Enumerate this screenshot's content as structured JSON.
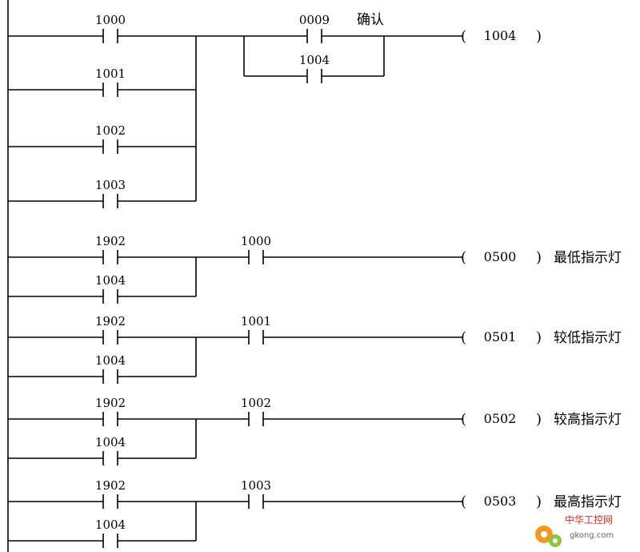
{
  "rung1": {
    "contacts": [
      "1000",
      "1001",
      "1002",
      "1003"
    ],
    "confirm_contact": "0009",
    "confirm_label": "确认",
    "seal_contact": "1004",
    "coil": "1004"
  },
  "lamp_rungs": [
    {
      "contact_a": "1902",
      "contact_b": "1004",
      "select_contact": "1000",
      "coil": "0500",
      "label": "最低指示灯"
    },
    {
      "contact_a": "1902",
      "contact_b": "1004",
      "select_contact": "1001",
      "coil": "0501",
      "label": "较低指示灯"
    },
    {
      "contact_a": "1902",
      "contact_b": "1004",
      "select_contact": "1002",
      "coil": "0502",
      "label": "较高指示灯"
    },
    {
      "contact_a": "1902",
      "contact_b": "1004",
      "select_contact": "1003",
      "coil": "0503",
      "label": "最高指示灯"
    }
  ],
  "coil_parens": {
    "open": "(",
    "close": ")"
  },
  "watermark": {
    "text": "中华工控网",
    "url": "gkong.com",
    "colors": {
      "gear_orange": "#f39a1e",
      "gear_green": "#8cc63f",
      "text_red": "#d9281e",
      "text_gray": "#666666"
    }
  }
}
